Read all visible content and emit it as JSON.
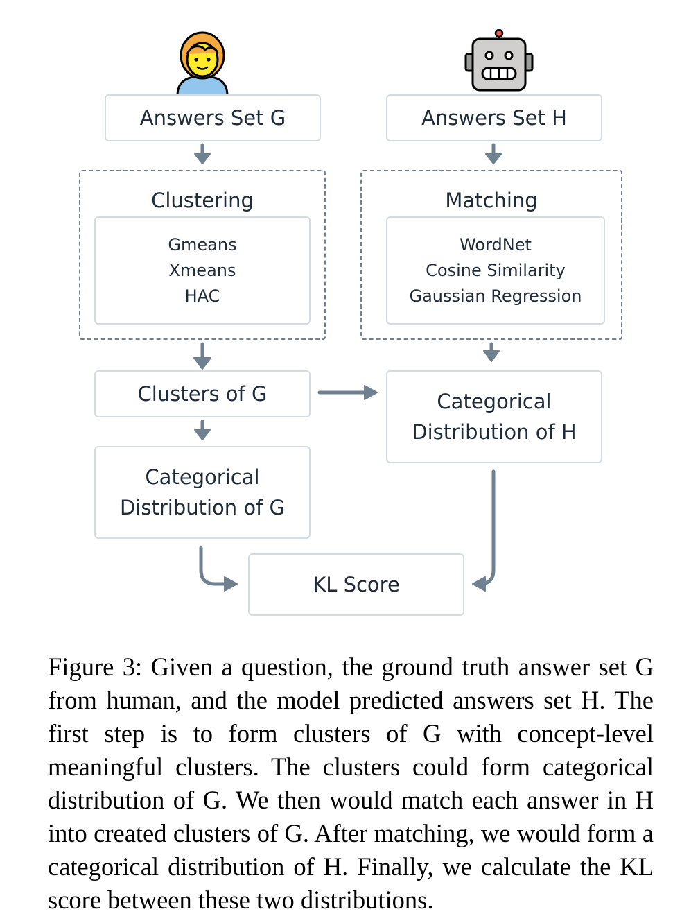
{
  "diagram": {
    "human_icon": "person-icon",
    "robot_icon": "robot-icon",
    "answers_g": "Answers Set G",
    "answers_h": "Answers Set H",
    "clustering": {
      "title": "Clustering",
      "methods": [
        "Gmeans",
        "Xmeans",
        "HAC"
      ]
    },
    "matching": {
      "title": "Matching",
      "methods": [
        "WordNet",
        "Cosine Similarity",
        "Gaussian Regression"
      ]
    },
    "clusters_g": "Clusters of G",
    "dist_h": [
      "Categorical",
      "Distribution of H"
    ],
    "dist_g": [
      "Categorical",
      "Distribution of G"
    ],
    "kl_score": "KL Score",
    "colors": {
      "box_border": "#d4dbe3",
      "arrow": "#6f8091",
      "text": "#1f2b38"
    }
  },
  "caption": {
    "lines": [
      "Figure 3: Given a question, the ground truth answer set",
      "G from human, and the model predicted answers set H.",
      "The first step is to form clusters of G with concept-level",
      "meaningful clusters. The clusters could form categorical",
      "distribution of G. We then would match each answer",
      "in H into created clusters of G. After matching, we",
      "would form a categorical distribution of H. Finally, we",
      "calculate the KL score between these two distributions."
    ]
  }
}
